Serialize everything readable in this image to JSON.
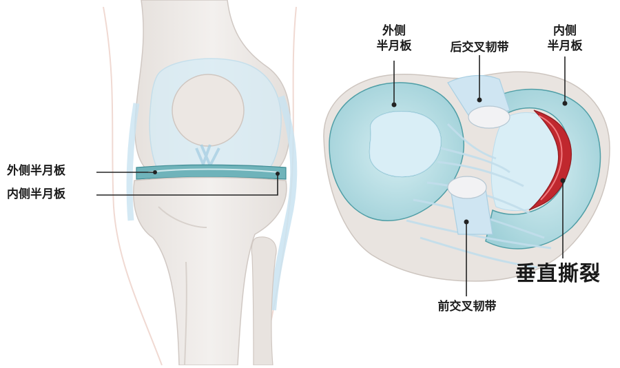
{
  "labels": {
    "left_lateral_meniscus": "外侧半月板",
    "left_medial_meniscus": "内侧半月板",
    "right_lateral_meniscus_line1": "外侧",
    "right_lateral_meniscus_line2": "半月板",
    "posterior_cruciate_ligament": "后交叉韧带",
    "right_medial_meniscus_line1": "内侧",
    "right_medial_meniscus_line2": "半月板",
    "anterior_cruciate_ligament": "前交叉韧带",
    "vertical_tear": "垂直撕裂"
  },
  "colors": {
    "bone": "#eeeae7",
    "bone_shade": "#dcd6d2",
    "cartilage": "#d4ebf4",
    "meniscus": "#a9d6dc",
    "meniscus_dark": "#4f9ea6",
    "ligament": "#c7e2f0",
    "tear": "#c0282e",
    "leader_line": "#222222"
  }
}
